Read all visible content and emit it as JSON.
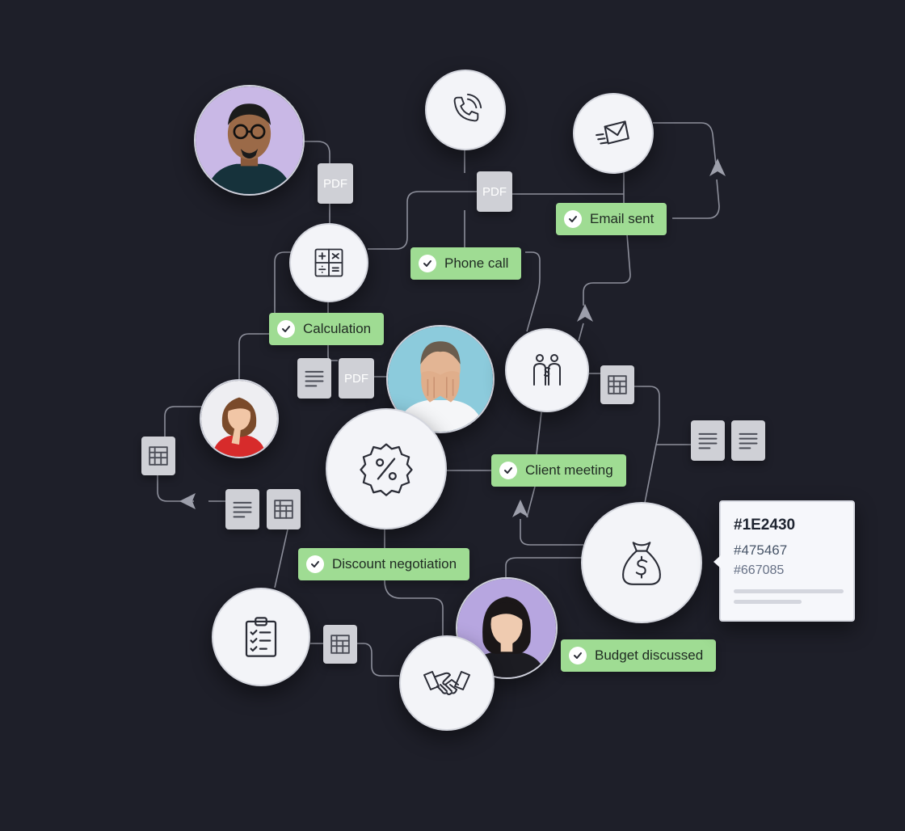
{
  "badges": {
    "email_sent": "Email sent",
    "phone_call": "Phone call",
    "calculation": "Calculation",
    "client_meeting": "Client meeting",
    "discount_negotiation": "Discount negotiation",
    "budget_discussed": "Budget discussed"
  },
  "docs": {
    "pdf_label": "PDF"
  },
  "color_card": {
    "primary": "#1E2430",
    "secondary": "#475467",
    "tertiary": "#667085"
  },
  "icons": {
    "phone": "phone-icon",
    "email": "envelope-icon",
    "calculator": "calculator-icon",
    "meeting": "people-deal-icon",
    "discount": "percent-badge-icon",
    "budget": "money-bag-icon",
    "checklist": "clipboard-checklist-icon",
    "handshake": "handshake-icon"
  },
  "colors": {
    "background": "#1E1F29",
    "badge": "#9FDC93",
    "node": "#F3F4F8",
    "doc_tile": "#CFD0D6"
  }
}
